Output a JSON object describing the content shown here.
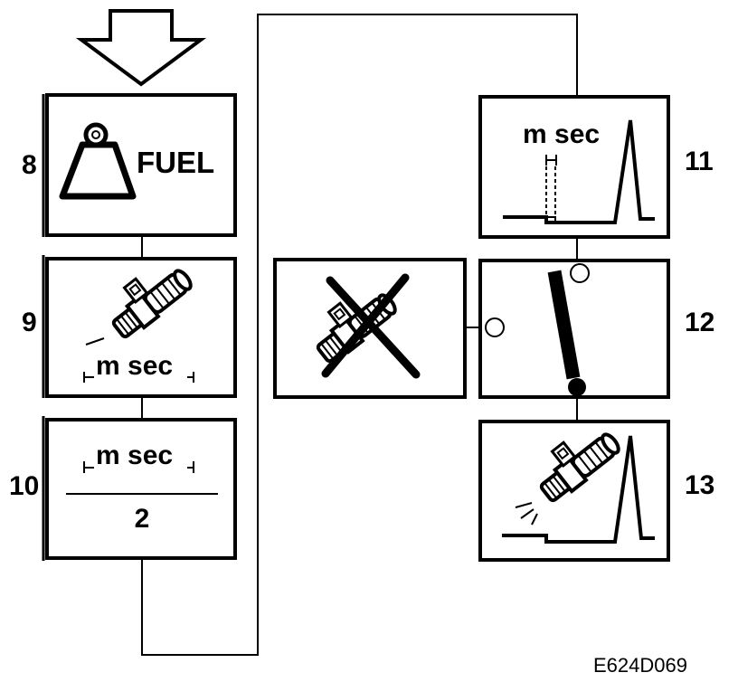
{
  "steps": [
    {
      "number": "8",
      "text": "FUEL",
      "icon": "fuel-weight-icon"
    },
    {
      "number": "9",
      "text": "m sec",
      "icon": "injector-icon"
    },
    {
      "number": "10",
      "numerator": "m sec",
      "denominator": "2"
    },
    {
      "number": "11",
      "text": "m sec",
      "icon": "pulse-waveform-icon"
    },
    {
      "number": "12",
      "icon": "open-switch-icon"
    },
    {
      "number": "13",
      "icon": "injector-spray-waveform-icon"
    }
  ],
  "side_box": {
    "icon": "injector-crossed-out-icon"
  },
  "figure_code": "E624D069"
}
